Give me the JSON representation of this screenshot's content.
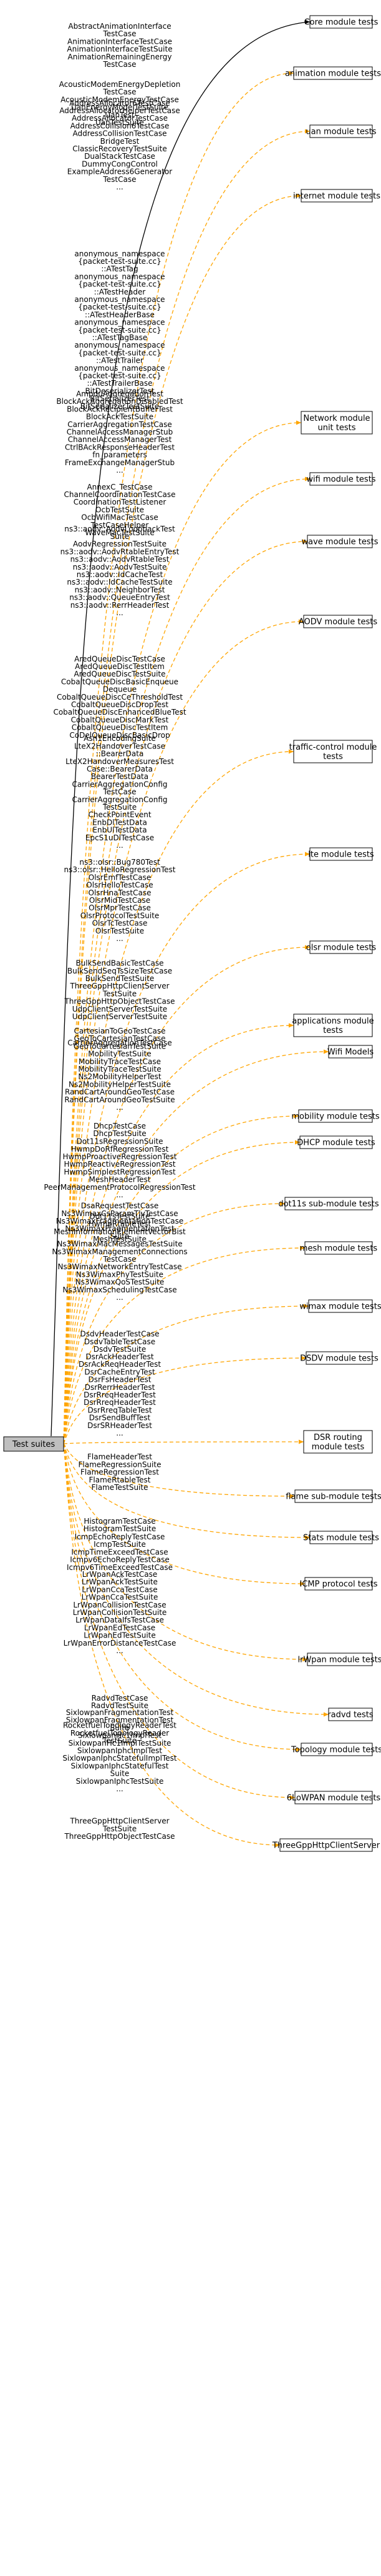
{
  "root": {
    "label": "Test suites"
  },
  "modules": [
    {
      "label": "Core module tests",
      "items": []
    },
    {
      "label": "animation module tests",
      "items": [
        "AbstractAnimationInterface",
        "TestCase",
        "AnimationInterfaceTestCase",
        "AnimationInterfaceTestSuite",
        "AnimationRemainingEnergy",
        "TestCase"
      ]
    },
    {
      "label": "uan module tests",
      "items": [
        "AcousticModemEnergyDepletion",
        "TestCase",
        "AcousticModemEnergyTestCase",
        "UanEnergyModelTestSuite",
        "UanTest",
        "UanTestSuite"
      ]
    },
    {
      "label": "internet module tests",
      "items": [
        "AddressAllocator6TestCase",
        "AddressAllocatorHelperTestCase",
        "AddressAllocatorTestCase",
        "AddressCollision6TestCase",
        "AddressCollisionTestCase",
        "BridgeTest",
        "ClassicRecoveryTestSuite",
        "DualStackTestCase",
        "DummyCongControl",
        "ExampleAddress6Generator",
        "TestCase",
        "..."
      ]
    },
    {
      "label": "Network module unit tests",
      "items": [
        "anonymous_namespace",
        "{packet-test-suite.cc}",
        "::ATestTag",
        "anonymous_namespace",
        "{packet-test-suite.cc}",
        "::ATestHeader",
        "anonymous_namespace",
        "{packet-test-suite.cc}",
        "::ATestHeaderBase",
        "anonymous_namespace",
        "{packet-test-suite.cc}",
        "::ATestTagBase",
        "anonymous_namespace",
        "{packet-test-suite.cc}",
        "::ATestTrailer",
        "anonymous_namespace",
        "{packet-test-suite.cc}",
        "::ATestTrailerBase",
        "BitDeserializerTest",
        "BitSerializerTest",
        "BitSerializerTestSuite",
        "..."
      ]
    },
    {
      "label": "wifi module tests",
      "items": [
        "AmpduAggregationTest",
        "BlockAckAggregationDisabledTest",
        "BlockAckRecipientBufferTest",
        "BlockAckTestSuite",
        "CarrierAggregationTestCase",
        "ChannelAccessManagerStub",
        "ChannelAccessManagerTest",
        "CtrlBAckResponseHeaderTest",
        "fn_parameters",
        "FrameExchangeManagerStub",
        "..."
      ]
    },
    {
      "label": "wave module tests",
      "items": [
        "AnnexC_TestCase",
        "ChannelCoordinationTestCase",
        "CoordinationTestListener",
        "OcbTestSuite",
        "OcbWifiMacTestCase",
        "TestCaseHelper",
        "WaveMacTestSuite"
      ]
    },
    {
      "label": "AODV module tests",
      "items": [
        "ns3::aodv::AodvLoopbackTest",
        "Suite",
        "AodvRegressionTestSuite",
        "ns3::aodv::AodvRtableEntryTest",
        "ns3::aodv::AodvRtableTest",
        "ns3::aodv::AodvTestSuite",
        "ns3::aodv::IdCacheTest",
        "ns3::aodv::IdCacheTestSuite",
        "ns3::aodv::NeighborTest",
        "ns3::aodv::QueueEntryTest",
        "ns3::aodv::RerrHeaderTest",
        "..."
      ]
    },
    {
      "label": "traffic-control module tests",
      "items": [
        "AredQueueDiscTestCase",
        "AredQueueDiscTestItem",
        "AredQueueDiscTestSuite",
        "CobaltQueueDiscBasicEnqueue",
        "Dequeue",
        "CobaltQueueDiscCeThresholdTest",
        "CobaltQueueDiscDropTest",
        "CobaltQueueDiscEnhancedBlueTest",
        "CobaltQueueDiscMarkTest",
        "CobaltQueueDiscTestItem",
        "CoDelQueueDiscBasicDrop",
        "..."
      ]
    },
    {
      "label": "lte module tests",
      "items": [
        "Asn1EncodingSuite",
        "LteX2HandoverTestCase",
        "::BearerData",
        "LteX2HandoverMeasuresTest",
        "Case::BearerData",
        "BearerTestData",
        "CarrierAggregationConfig",
        "TestCase",
        "CarrierAggregationConfig",
        "TestSuite",
        "CheckPointEvent",
        "EnbDlTestData",
        "EnbUlTestData",
        "EpcS1uDlTestCase",
        "..."
      ]
    },
    {
      "label": "olsr module tests",
      "items": [
        "ns3::olsr::Bug780Test",
        "ns3::olsr::HelloRegressionTest",
        "OlsrEmfTestCase",
        "OlsrHelloTestCase",
        "OlsrHnaTestCase",
        "OlsrMidTestCase",
        "OlsrMprTestCase",
        "OlsrProtocolTestSuite",
        "OlsrTcTestCase",
        "OlsrTestSuite",
        "..."
      ]
    },
    {
      "label": "applications module tests",
      "items": [
        "BulkSendBasicTestCase",
        "BulkSendSeqTsSizeTestCase",
        "BulkSendTestSuite",
        "ThreeGppHttpClientServer",
        "TestSuite",
        "ThreeGppHttpObjectTestCase",
        "UdpClientServerTestSuite",
        "UdpClientServerTestSuite"
      ]
    },
    {
      "label": "Wifi Models",
      "items": [
        "CarrierAggregationTestCase"
      ]
    },
    {
      "label": "mobility module tests",
      "items": [
        "CartesianToGeoTestCase",
        "GeoToCartesianTestCase",
        "GeoToCartesianTestSuite",
        "MobilityTestSuite",
        "MobilityTraceTestCase",
        "MobilityTraceTestSuite",
        "Ns2MobilityHelperTest",
        "Ns2MobilityHelperTestSuite",
        "RandCartAroundGeoTestCase",
        "RandCartAroundGeoTestSuite",
        "..."
      ]
    },
    {
      "label": "DHCP module tests",
      "items": [
        "DhcpTestCase",
        "DhcpTestSuite"
      ]
    },
    {
      "label": "dot11s sub-module tests",
      "items": [
        "Dot11sRegressionSuite",
        "HwmpDoRfRegressionTest",
        "HwmpProactiveRegressionTest",
        "HwmpReactiveRegressionTest",
        "HwmpSimplestRegressionTest",
        "MeshHeaderTest",
        "PeerManagementProtocolRegressionTest",
        "..."
      ]
    },
    {
      "label": "mesh module tests",
      "items": [
        "Dot11sTestSuite",
        "HwmpRtableTest",
        "MeshInformationElementVectorBist",
        "MeshTestSuite"
      ]
    },
    {
      "label": "wimax module tests",
      "items": [
        "DsaRequestTestCase",
        "Ns3WimaxCsParamTlvTestCase",
        "Ns3WimaxFragmentationTestCase",
        "Ns3WimaxFragmentationTest",
        "Suite",
        "Ns3WimaxMacMessagesTestSuite",
        "Ns3WimaxManagementConnections",
        "TestCase",
        "Ns3WimaxNetworkEntryTestCase",
        "Ns3WimaxPhyTestSuite",
        "Ns3WimaxQoSTestSuite",
        "Ns3WimaxSchedulingTestCase",
        "..."
      ]
    },
    {
      "label": "DSDV module tests",
      "items": [
        "DsdvHeaderTestCase",
        "DsdvTableTestCase",
        "DsdvTestSuite"
      ]
    },
    {
      "label": "DSR routing module tests",
      "items": [
        "DsrAckHeaderTest",
        "DsrAckReqHeaderTest",
        "DsrCacheEntryTest",
        "DsrFsHeaderTest",
        "DsrRerrHeaderTest",
        "DsrRreqHeaderTest",
        "DsrRreqHeaderTest",
        "DsrRreqTableTest",
        "DsrSendBuffTest",
        "DsrSRHeaderTest",
        "..."
      ]
    },
    {
      "label": "flame sub-module tests",
      "items": [
        "FlameHeaderTest",
        "FlameRegressionSuite",
        "FlameRegressionTest",
        "FlameRtableTest",
        "FlameTestSuite"
      ]
    },
    {
      "label": "Stats module tests",
      "items": [
        "HistogramTestCase",
        "HistogramTestSuite"
      ]
    },
    {
      "label": "ICMP protocol tests",
      "items": [
        "IcmpEchoReplyTestCase",
        "IcmpTestSuite",
        "IcmpTimeExceedTestCase",
        "Icmpv6EchoReplyTestCase",
        "Icmpv6TimeExceedTestCase",
        "..."
      ]
    },
    {
      "label": "lrWpan module tests",
      "items": [
        "LrWpanAckTestCase",
        "LrWpanAckTestSuite",
        "LrWpanCcaTestCase",
        "LrWpanCcaTestSuite",
        "LrWpanCollisionTestCase",
        "LrWpanCollisionTestSuite",
        "LrWpanDataIfsTestCase",
        "LrWpanEdTestCase",
        "LrWpanEdTestSuite",
        "LrWpanErrorDistanceTestCase",
        "..."
      ]
    },
    {
      "label": "radvd tests",
      "items": [
        "RadvdTestCase",
        "RadvdTestSuite"
      ]
    },
    {
      "label": "Topology module tests",
      "items": [
        "RocketfuelTopologyReaderTest",
        "RocketfuelTopologyReader",
        "TestSuite"
      ]
    },
    {
      "label": "6LoWPAN module tests",
      "items": [
        "SixlowpanFragmentationTest",
        "SixlowpanFragmentationTest",
        "Suite",
        "SixlowpanHc1ImplTest",
        "SixlowpanHc1ImplTestSuite",
        "SixlowpanIphcImplTest",
        "SixlowpanIphcStatefulImplTest",
        "SixlowpanIphcStatefulTest",
        "Suite",
        "SixlowpanIphcTestSuite",
        "..."
      ]
    },
    {
      "label": "ThreeGppHttpClientServer",
      "items": [
        "ThreeGppHttpClientServer",
        "TestSuite",
        "ThreeGppHttpObjectTestCase"
      ]
    }
  ]
}
